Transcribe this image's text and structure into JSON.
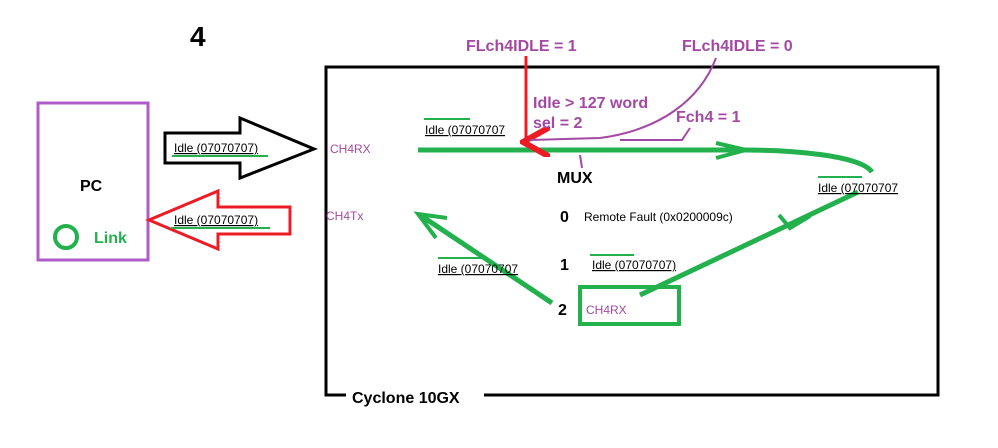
{
  "page_number": "4",
  "pc_block": {
    "title": "PC",
    "link_label": "Link"
  },
  "pc_to_fpga_arrow": {
    "label": "Idle (07070707)"
  },
  "fpga_to_pc_arrow": {
    "label": "Idle (07070707)"
  },
  "fpga": {
    "name": "Cyclone 10GX",
    "rx_port": "CH4RX",
    "tx_port": "CH4Tx"
  },
  "annotations": {
    "flag_set": "FLch4IDLE = 1",
    "flag_clear": "FLch4IDLE =  0",
    "idle_condition": "Idle > 127 word",
    "sel": "sel =  2",
    "fch": "Fch4 = 1"
  },
  "labels": {
    "rx_idle": "Idle (07070707",
    "right_idle": "Idle (07070707",
    "tx_idle": "Idle (07070707"
  },
  "mux": {
    "title": "MUX",
    "inputs": [
      {
        "index": "0",
        "value": "Remote Fault (0x0200009c)"
      },
      {
        "index": "1",
        "value": "Idle (07070707)"
      },
      {
        "index": "2",
        "value": "CH4RX"
      }
    ]
  },
  "colors": {
    "pc_border": "#b05cc8",
    "green": "#22b14c",
    "red": "#ed1c24",
    "magenta": "#a349a4",
    "black": "#000000"
  }
}
